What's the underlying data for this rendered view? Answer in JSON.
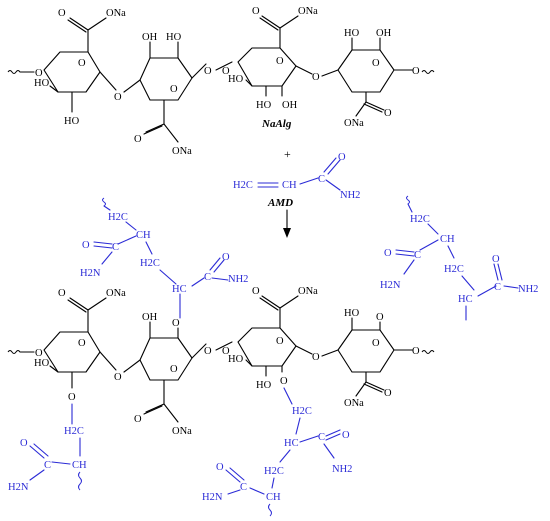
{
  "labels": {
    "ona": "ONa",
    "ho": "HO",
    "oh": "OH",
    "o": "O",
    "h2c": "H2C",
    "ch": "CH",
    "hc": "HC",
    "c": "C",
    "nh2": "NH2",
    "h2n": "H2N"
  },
  "names": {
    "polymer": "NaAlg",
    "monomer": "AMD"
  },
  "symbols": {
    "plus": "+"
  },
  "colors": {
    "backbone": "#000000",
    "graft": "#2b2bd6"
  }
}
